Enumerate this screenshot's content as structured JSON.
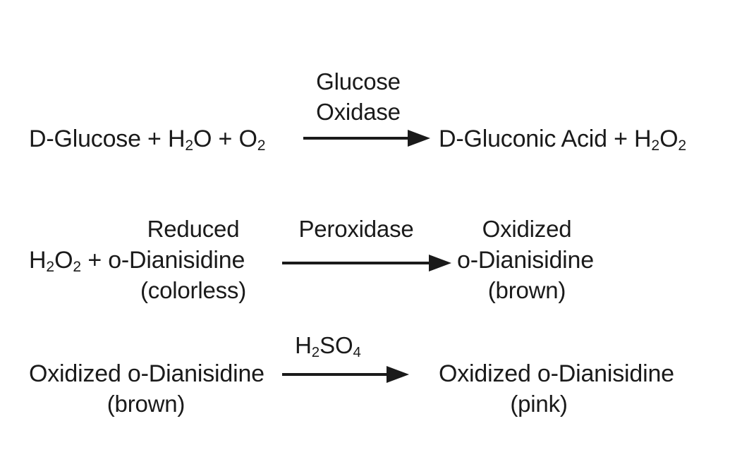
{
  "diagram": {
    "title": "Enzymatic glucose assay reaction scheme (GOD-POD)",
    "background_color": "#ffffff",
    "text_color": "#1a1a1a",
    "arrow_color": "#1a1a1a"
  },
  "reactions": [
    {
      "id": "reaction-1",
      "reactant": {
        "formula_parts": [
          "D-Glucose + H",
          "2",
          "O + O",
          "2"
        ],
        "plain": "D-Glucose + H2O + O2"
      },
      "catalyst_lines": [
        "Glucose",
        "Oxidase"
      ],
      "product": {
        "formula_parts": [
          "D-Gluconic Acid + H",
          "2",
          "O",
          "2"
        ],
        "plain": "D-Gluconic Acid + H2O2"
      }
    },
    {
      "id": "reaction-2",
      "reactant": {
        "top_label": "Reduced",
        "formula_parts": [
          "H",
          "2",
          "O",
          "2",
          " + o-Dianisidine"
        ],
        "plain": "H2O2 + o-Dianisidine",
        "bottom_label": "(colorless)"
      },
      "catalyst_lines": [
        "Peroxidase"
      ],
      "product": {
        "top_label": "Oxidized",
        "name": "o-Dianisidine",
        "bottom_label": "(brown)"
      }
    },
    {
      "id": "reaction-3",
      "reactant": {
        "name": "Oxidized o-Dianisidine",
        "bottom_label": "(brown)"
      },
      "catalyst_formula_parts": [
        "H",
        "2",
        "SO",
        "4"
      ],
      "catalyst_plain": "H2SO4",
      "product": {
        "name": "Oxidized o-Dianisidine",
        "bottom_label": "(pink)"
      }
    }
  ],
  "text": {
    "r1_reactant_a": "D-Glucose + H",
    "r1_reactant_sub1": "2",
    "r1_reactant_b": "O + O",
    "r1_reactant_sub2": "2",
    "r1_cat_line1": "Glucose",
    "r1_cat_line2": "Oxidase",
    "r1_product_a": "D-Gluconic Acid + H",
    "r1_product_sub1": "2",
    "r1_product_b": "O",
    "r1_product_sub2": "2",
    "r2_reduced": "Reduced",
    "r2_reactant_a": "H",
    "r2_reactant_sub1": "2",
    "r2_reactant_b": "O",
    "r2_reactant_sub2": "2",
    "r2_reactant_c": " + o-Dianisidine",
    "r2_colorless": "(colorless)",
    "r2_cat": "Peroxidase",
    "r2_oxidized": "Oxidized",
    "r2_product": "o-Dianisidine",
    "r2_brown": "(brown)",
    "r3_reactant": "Oxidized o-Dianisidine",
    "r3_brown": "(brown)",
    "r3_cat_a": "H",
    "r3_cat_sub1": "2",
    "r3_cat_b": "SO",
    "r3_cat_sub2": "4",
    "r3_product": "Oxidized o-Dianisidine",
    "r3_pink": "(pink)"
  }
}
